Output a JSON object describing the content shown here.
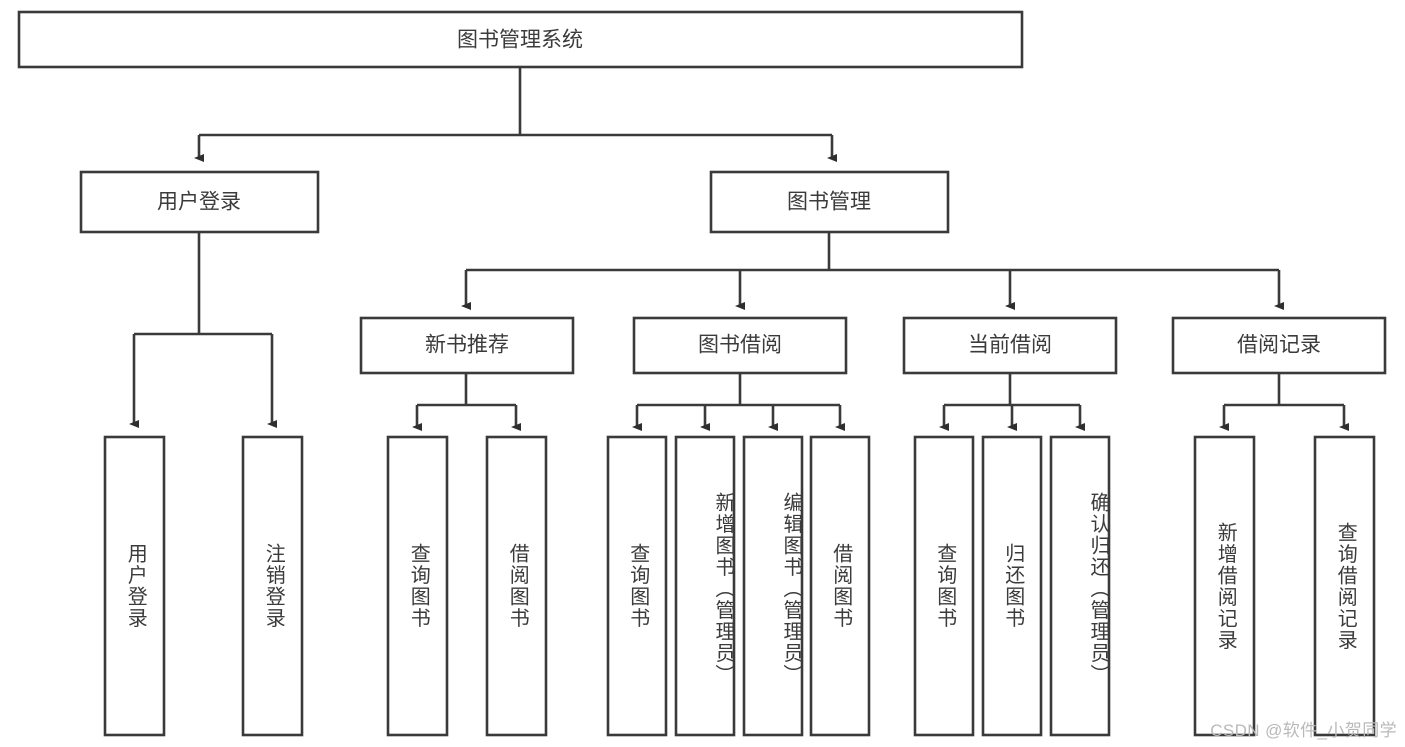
{
  "diagram": {
    "title": "图书管理系统",
    "type": "hierarchy-tree",
    "watermark": "CSDN @软件_小贺同学",
    "colors": {
      "box_stroke": "#3a3a3a",
      "box_fill": "#ffffff",
      "connector": "#3a3a3a",
      "arrow": "#2e2e2e",
      "text": "#3b3b3b",
      "watermark": "#b9b9b9",
      "background": "#ffffff"
    },
    "levels": {
      "root": {
        "label": "图书管理系统"
      },
      "level2": [
        {
          "label": "用户登录"
        },
        {
          "label": "图书管理"
        }
      ],
      "level3": [
        {
          "label": "新书推荐"
        },
        {
          "label": "图书借阅"
        },
        {
          "label": "当前借阅"
        },
        {
          "label": "借阅记录"
        }
      ]
    },
    "leaves": {
      "user_login": [
        {
          "label": "用户登录"
        },
        {
          "label": "注销登录"
        }
      ],
      "new_book_recommend": [
        {
          "label": "查询图书"
        },
        {
          "label": "借阅图书"
        }
      ],
      "book_borrow": [
        {
          "label": "查询图书"
        },
        {
          "label": "新增图书（管理员）"
        },
        {
          "label": "编辑图书（管理员）"
        },
        {
          "label": "借阅图书"
        }
      ],
      "current_borrow": [
        {
          "label": "查询图书"
        },
        {
          "label": "归还图书"
        },
        {
          "label": "确认归还（管理员）"
        }
      ],
      "borrow_record": [
        {
          "label": "新增借阅记录"
        },
        {
          "label": "查询借阅记录"
        }
      ]
    }
  }
}
